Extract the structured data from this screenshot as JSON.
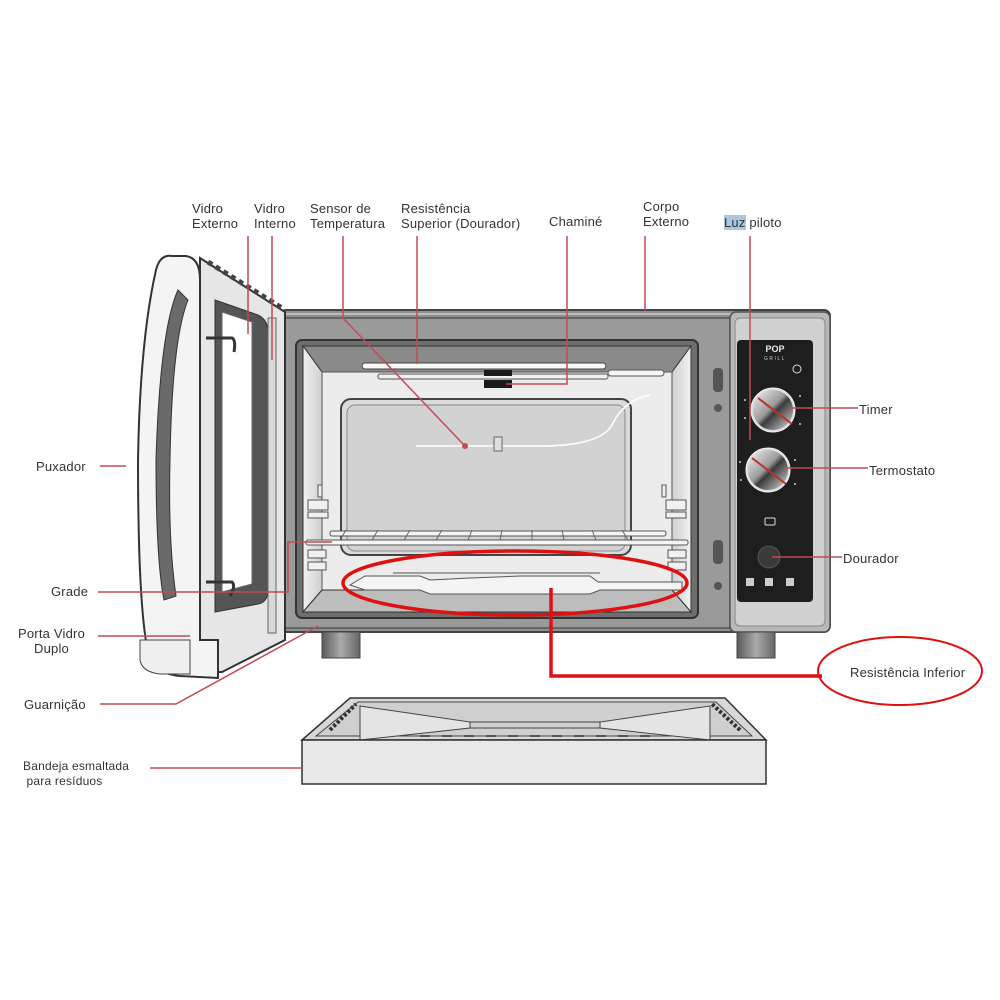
{
  "diagram": {
    "type": "labeled-appliance-diagram",
    "subject": "Forno elétrico (electric oven) — open door, exploded tray",
    "brand_text": "POP GRILL",
    "colors": {
      "leader_line": "#c44a55",
      "highlight_red": "#e01010",
      "body_gray": "#8e8e8e",
      "panel_black": "#1e1e1e",
      "cavity_light": "#e4e4e4",
      "text": "#333333",
      "selection_highlight": "#a8c8e0"
    },
    "labels": {
      "vidro_externo": "Vidro\nExterno",
      "vidro_interno": "Vidro\nInterno",
      "sensor_temperatura": "Sensor de\nTemperatura",
      "resistencia_superior": "Resistência\nSuperior (Dourador)",
      "chamine": "Chaminé",
      "corpo_externo": "Corpo\nExterno",
      "luz_piloto_highlight": "Luz",
      "luz_piloto_rest": " piloto",
      "timer": "Timer",
      "termostato": "Termostato",
      "dourador": "Dourador",
      "resistencia_inferior": "Resistência Inferior",
      "puxador": "Puxador",
      "grade": "Grade",
      "porta_vidro_duplo": "Porta Vidro\nDuplo",
      "guarnicao": "Guarnição",
      "bandeja": "Bandeja esmaltada\n para resíduos"
    },
    "highlighted_part": "Resistência Inferior"
  }
}
